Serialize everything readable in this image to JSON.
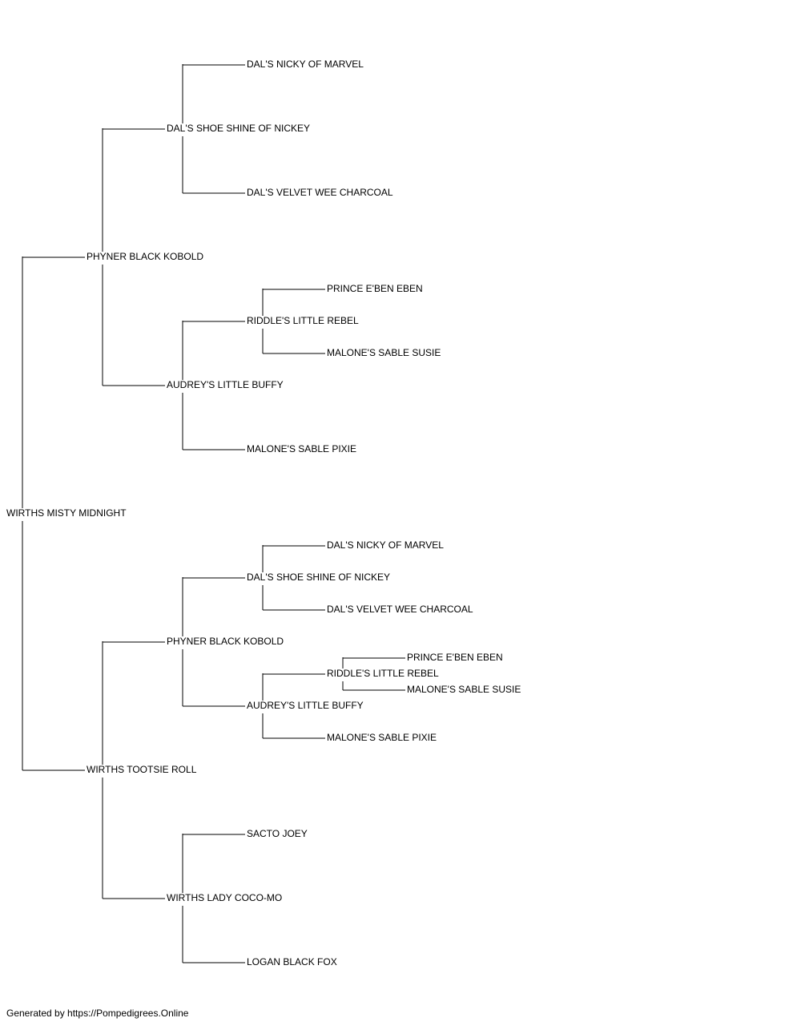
{
  "pedigree": {
    "name": "WIRTHS MISTY MIDNIGHT",
    "sire": {
      "name": "PHYNER BLACK KOBOLD",
      "sire": {
        "name": "DAL'S SHOE SHINE OF NICKEY",
        "sire": {
          "name": "DAL'S NICKY OF MARVEL"
        },
        "dam": {
          "name": "DAL'S VELVET WEE CHARCOAL"
        }
      },
      "dam": {
        "name": "AUDREY'S LITTLE BUFFY",
        "sire": {
          "name": "RIDDLE'S LITTLE REBEL",
          "sire": {
            "name": "PRINCE E'BEN EBEN"
          },
          "dam": {
            "name": "MALONE'S SABLE SUSIE"
          }
        },
        "dam": {
          "name": "MALONE'S SABLE PIXIE"
        }
      }
    },
    "dam": {
      "name": "WIRTHS TOOTSIE ROLL",
      "sire": {
        "name": "PHYNER BLACK KOBOLD",
        "sire": {
          "name": "DAL'S SHOE SHINE OF NICKEY",
          "sire": {
            "name": "DAL'S NICKY OF MARVEL"
          },
          "dam": {
            "name": "DAL'S VELVET WEE CHARCOAL"
          }
        },
        "dam": {
          "name": "AUDREY'S LITTLE BUFFY",
          "sire": {
            "name": "RIDDLE'S LITTLE REBEL",
            "sire": {
              "name": "PRINCE E'BEN EBEN"
            },
            "dam": {
              "name": "MALONE'S SABLE SUSIE"
            }
          },
          "dam": {
            "name": "MALONE'S SABLE PIXIE"
          }
        }
      },
      "dam": {
        "name": "WIRTHS LADY COCO-MO",
        "sire": {
          "name": "SACTO JOEY"
        },
        "dam": {
          "name": "LOGAN BLACK FOX"
        }
      }
    }
  },
  "footer": "Generated by https://Pompedigrees.Online"
}
